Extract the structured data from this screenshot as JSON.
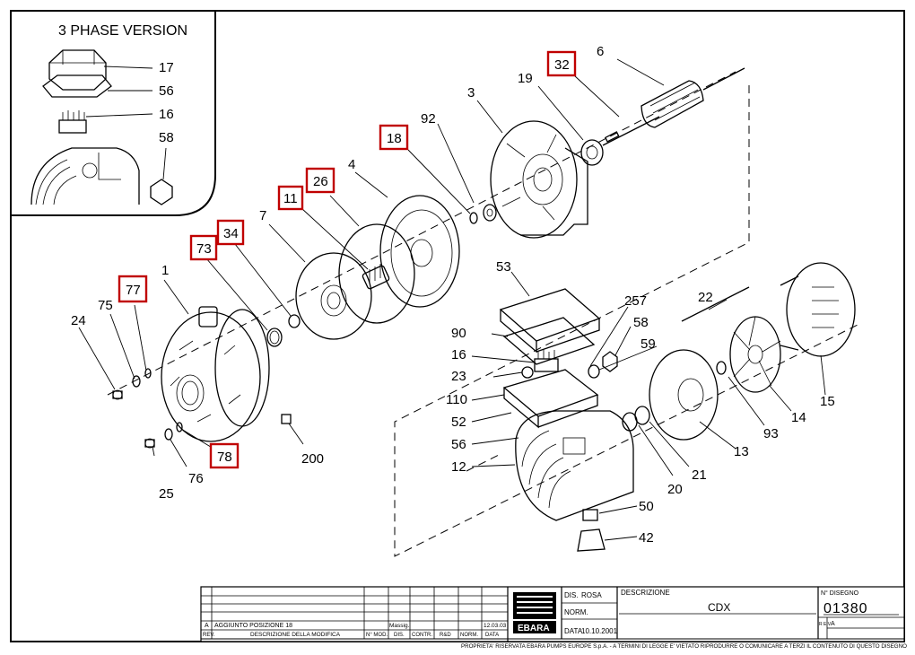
{
  "inset": {
    "title": "3 PHASE VERSION",
    "labels": [
      "17",
      "56",
      "16",
      "58"
    ]
  },
  "callouts": {
    "plain": [
      "1",
      "3",
      "4",
      "6",
      "7",
      "12",
      "13",
      "14",
      "15",
      "16",
      "19",
      "20",
      "21",
      "22",
      "23",
      "24",
      "25",
      "42",
      "50",
      "52",
      "53",
      "56",
      "58",
      "59",
      "75",
      "76",
      "90",
      "92",
      "93",
      "110",
      "200",
      "257"
    ],
    "highlighted": [
      "11",
      "18",
      "26",
      "32",
      "34",
      "73",
      "77",
      "78"
    ]
  },
  "title_block": {
    "dis_label": "DIS.",
    "dis_value": "ROSA",
    "norm_label": "NORM.",
    "data_label": "DATA",
    "data_value": "10.10.2001",
    "descrizione_label": "DESCRIZIONE",
    "descrizione_value": "CDX",
    "disegno_label": "N° DISEGNO",
    "disegno_value": "01380",
    "rev_label": "R E V",
    "rev_value": "A",
    "logo_text": "EBARA",
    "revision_row": {
      "rev": "A",
      "description": "AGGIUNTO POSIZIONE 18",
      "massig": "Massig.",
      "date": "12.03.03"
    },
    "header": [
      "REV.",
      "DESCRIZIONE DELLA MODIFICA",
      "N° MOD.",
      "DIS.",
      "CONTR.",
      "R&D",
      "NORM.",
      "DATA"
    ],
    "footer": "PROPRIETA' RISERVATA EBARA PUMPS EUROPE S.p.A. - A TERMINI DI LEGGE E' VIETATO RIPRODURRE O COMUNICARE A TERZI IL CONTENUTO DI QUESTO DISEGNO"
  },
  "colors": {
    "highlight": "#c00000",
    "line": "#000000",
    "background": "#ffffff"
  }
}
